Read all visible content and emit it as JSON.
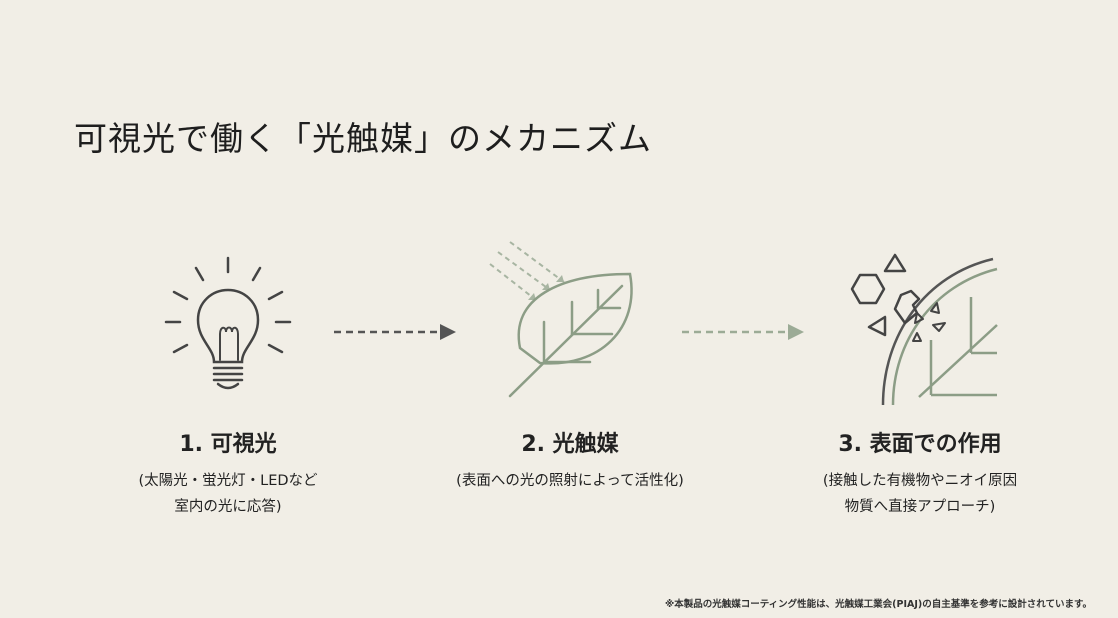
{
  "title": "可視光で働く「光触媒」のメカニズム",
  "steps": [
    {
      "label": "1. 可視光",
      "desc_line1": "(太陽光・蛍光灯・LEDなど",
      "desc_line2": "室内の光に応答)",
      "icon": "light-bulb-icon"
    },
    {
      "label": "2. 光触媒",
      "desc_line1": "(表面への光の照射によって活性化)",
      "desc_line2": "",
      "icon": "leaf-with-light-rays-icon"
    },
    {
      "label": "3. 表面での作用",
      "desc_line1": "(接触した有機物やニオイ原因",
      "desc_line2": "物質へ直接アプローチ)",
      "icon": "leaf-surface-decomposing-molecules-icon"
    }
  ],
  "footnote": "※本製品の光触媒コーティング性能は、光触媒工業会(PIAJ)の自主基準を参考に設計されています。",
  "colors": {
    "background": "#f1eee6",
    "dark": "#444444",
    "green": "#8c9d86"
  }
}
